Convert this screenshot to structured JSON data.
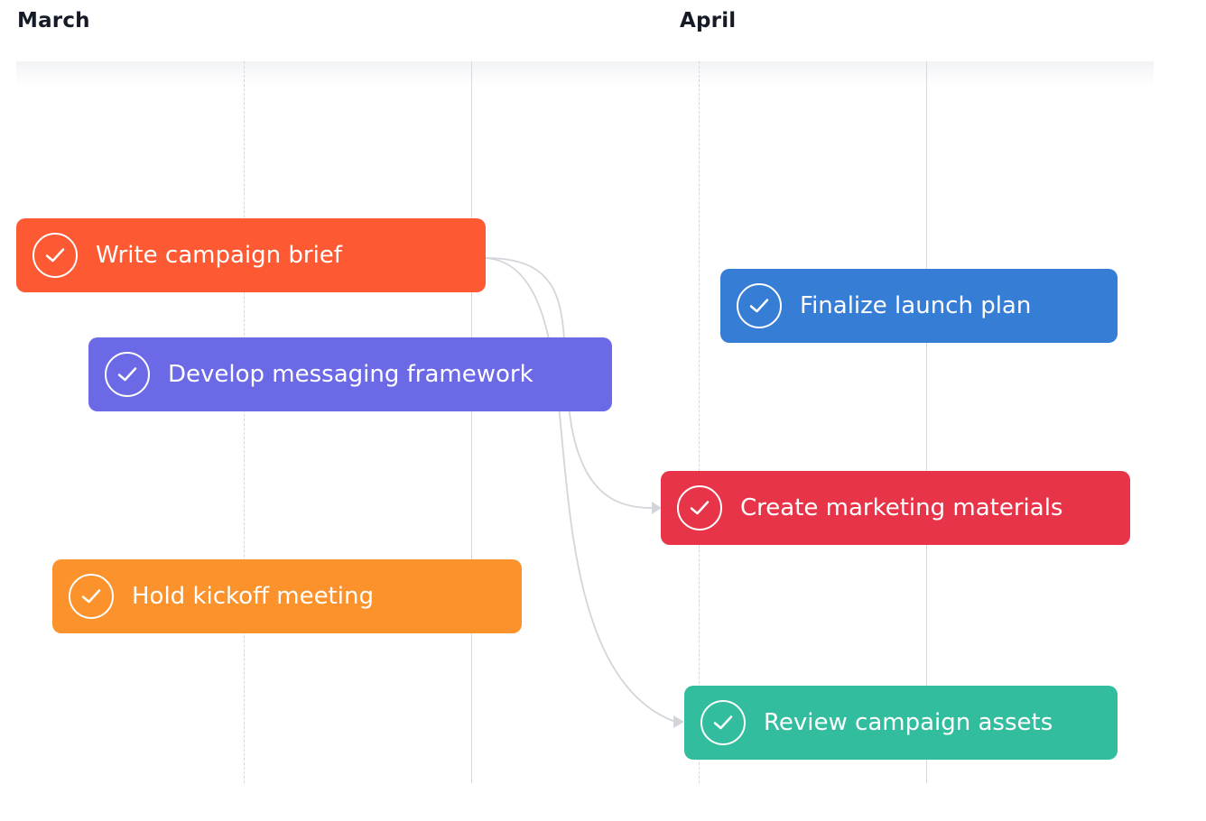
{
  "months": {
    "march": "March",
    "april": "April"
  },
  "tasks": [
    {
      "label": "Write campaign brief",
      "color": "#fd5a34",
      "icon": "check-circle-icon"
    },
    {
      "label": "Develop messaging framework",
      "color": "#6b69e6",
      "icon": "check-circle-icon"
    },
    {
      "label": "Hold kickoff meeting",
      "color": "#fb922b",
      "icon": "check-circle-icon"
    },
    {
      "label": "Finalize launch plan",
      "color": "#367dd6",
      "icon": "check-circle-icon"
    },
    {
      "label": "Create marketing materials",
      "color": "#e73449",
      "icon": "check-circle-icon"
    },
    {
      "label": "Review campaign assets",
      "color": "#33bd9f",
      "icon": "check-circle-icon"
    }
  ],
  "dependencies": [
    {
      "from": "Write campaign brief",
      "to": "Create marketing materials"
    },
    {
      "from": "Write campaign brief",
      "to": "Review campaign assets"
    }
  ],
  "colors": {
    "grid_line": "#d3d6da",
    "connector": "#d2d6db",
    "month_text": "#151b26"
  }
}
